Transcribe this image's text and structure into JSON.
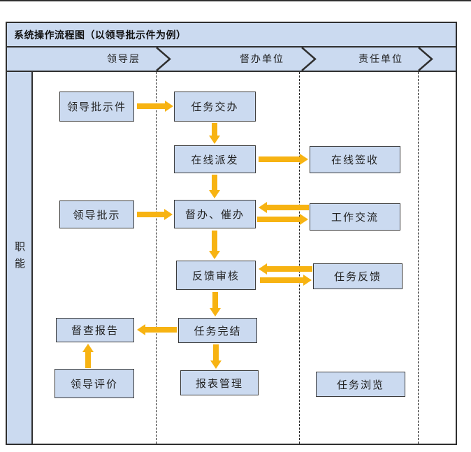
{
  "title": "系统操作流程图（以领导批示件为例）",
  "sidebar": {
    "label": "职能"
  },
  "lanes": [
    {
      "label": "领导层"
    },
    {
      "label": "督办单位"
    },
    {
      "label": "责任单位"
    }
  ],
  "nodes": [
    {
      "id": "leader-doc",
      "label": "领导批示件"
    },
    {
      "id": "task-assign",
      "label": "任务交办"
    },
    {
      "id": "online-dispatch",
      "label": "在线派发"
    },
    {
      "id": "online-sign",
      "label": "在线签收"
    },
    {
      "id": "leader-instruction",
      "label": "领导批示"
    },
    {
      "id": "supervise-urge",
      "label": "督办、催办"
    },
    {
      "id": "work-exchange",
      "label": "工作交流"
    },
    {
      "id": "feedback-review",
      "label": "反馈审核"
    },
    {
      "id": "task-feedback",
      "label": "任务反馈"
    },
    {
      "id": "task-complete",
      "label": "任务完结"
    },
    {
      "id": "inspect-report",
      "label": "督查报告"
    },
    {
      "id": "leader-eval",
      "label": "领导评价"
    },
    {
      "id": "report-mgmt",
      "label": "报表管理"
    },
    {
      "id": "task-browse",
      "label": "任务浏览"
    }
  ],
  "connections": [
    {
      "id": "a1",
      "from": "leader-doc",
      "to": "task-assign"
    },
    {
      "id": "a2",
      "from": "task-assign",
      "to": "online-dispatch"
    },
    {
      "id": "a3",
      "from": "online-dispatch",
      "to": "online-sign"
    },
    {
      "id": "a4",
      "from": "online-dispatch",
      "to": "supervise-urge"
    },
    {
      "id": "a5",
      "from": "leader-instruction",
      "to": "supervise-urge"
    },
    {
      "id": "a6",
      "from": "work-exchange",
      "to": "supervise-urge"
    },
    {
      "id": "a7",
      "from": "supervise-urge",
      "to": "work-exchange"
    },
    {
      "id": "a8",
      "from": "supervise-urge",
      "to": "feedback-review"
    },
    {
      "id": "a9",
      "from": "task-feedback",
      "to": "feedback-review"
    },
    {
      "id": "a10",
      "from": "feedback-review",
      "to": "task-feedback"
    },
    {
      "id": "a11",
      "from": "feedback-review",
      "to": "task-complete"
    },
    {
      "id": "a12",
      "from": "task-complete",
      "to": "inspect-report"
    },
    {
      "id": "a13",
      "from": "task-complete",
      "to": "report-mgmt"
    },
    {
      "id": "a14",
      "from": "leader-eval",
      "to": "inspect-report"
    }
  ],
  "colors": {
    "panel_blue": "#CBDAF0",
    "border_dark": "#2f2f2f",
    "arrow_gold": "#F7B312",
    "text_dark": "#262626"
  }
}
